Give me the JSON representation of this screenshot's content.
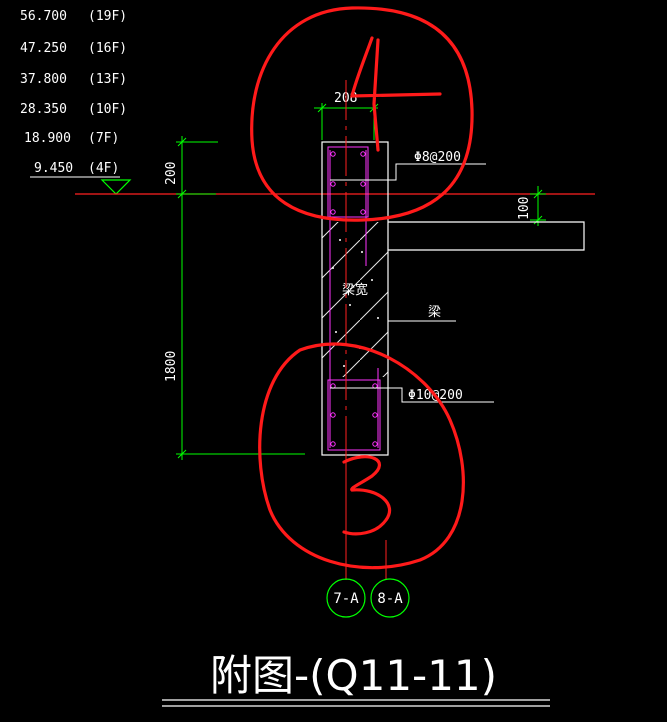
{
  "levels": [
    {
      "elev": "56.700",
      "floor": "(19F)"
    },
    {
      "elev": "47.250",
      "floor": "(16F)"
    },
    {
      "elev": "37.800",
      "floor": "(13F)"
    },
    {
      "elev": "28.350",
      "floor": "(10F)"
    },
    {
      "elev": "18.900",
      "floor": "(7F)"
    },
    {
      "elev": "9.450",
      "floor": "(4F)"
    }
  ],
  "dimensions": {
    "top_width": "208",
    "upper_height": "200",
    "main_height": "1800",
    "slab_thickness": "100"
  },
  "labels": {
    "top_rebar": "Φ8@200",
    "bottom_rebar": "Φ10@200",
    "beam_width": "梁宽",
    "beam": "梁"
  },
  "axis_bubbles": [
    "7-A",
    "8-A"
  ],
  "title": "附图-(Q11-11)",
  "annotations": [
    "4",
    "3"
  ],
  "colors": {
    "background": "#000000",
    "text": "#ffffff",
    "dimension": "#00ff00",
    "centerline": "#ff0000",
    "rebar": "#ff00ff",
    "markup": "#ff1a1a"
  }
}
